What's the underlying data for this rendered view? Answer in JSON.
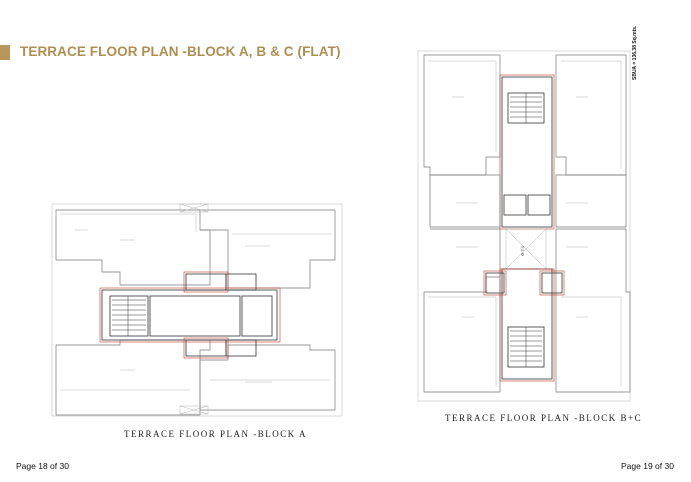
{
  "header": {
    "title": "TERRACE FLOOR PLAN -BLOCK A, B & C (FLAT)",
    "accent_color": "#b9975b",
    "title_color": "#b08e52"
  },
  "plans": {
    "block_a": {
      "caption": "TERRACE FLOOR PLAN -BLOCK A"
    },
    "block_bc": {
      "caption": "TERRACE FLOOR PLAN -BLOCK B+C",
      "sbua_label": "SBUA = 136.38 Sq.mts.",
      "void_label": "O.T.S"
    }
  },
  "footer": {
    "left_page": "Page 18 of 30",
    "right_page": "Page 19 of 30"
  }
}
